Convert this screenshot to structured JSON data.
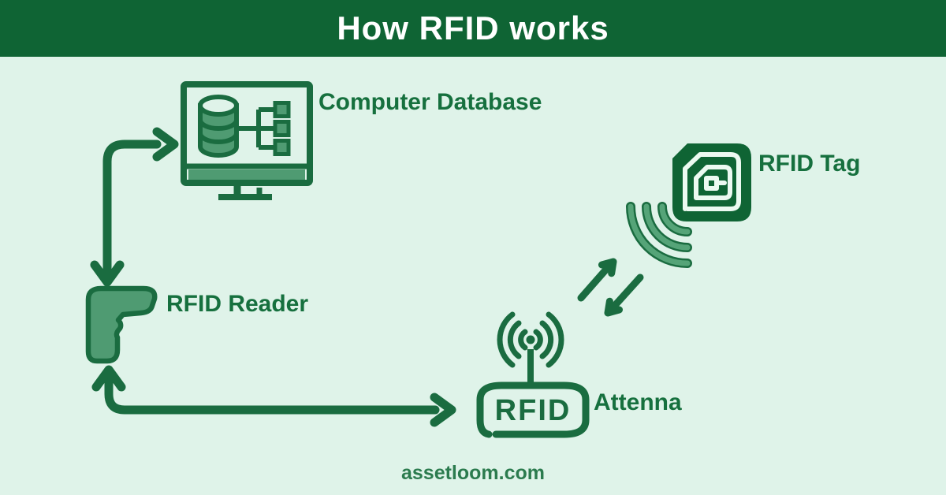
{
  "header": {
    "title": "How RFID works"
  },
  "diagram": {
    "nodes": {
      "computer_database": {
        "label": "Computer Database",
        "icon": "computer-database-icon"
      },
      "rfid_reader": {
        "label": "RFID Reader",
        "icon": "rfid-reader-gun-icon"
      },
      "rfid_tag": {
        "label": "RFID Tag",
        "icon": "rfid-tag-chip-icon",
        "waves_icon": "signal-waves-icon"
      },
      "antenna": {
        "label": "Attenna",
        "box_text": "RFID",
        "icon": "rfid-antenna-icon"
      }
    },
    "connections": [
      {
        "from": "rfid_reader",
        "to": "computer_database",
        "style": "elbow-double-arrow"
      },
      {
        "from": "antenna",
        "to": "rfid_reader",
        "style": "elbow-double-arrow"
      },
      {
        "from": "antenna",
        "to": "rfid_tag",
        "style": "diagonal-arrow-pair"
      }
    ]
  },
  "footer": {
    "website": "assetloom.com"
  },
  "colors": {
    "banner_green": "#0f6434",
    "dark_green": "#1a6c40",
    "medium_green": "#4f9b72",
    "background_mint": "#dff3e9",
    "spiral_light": "#ecfaf1",
    "label_text": "#16703e",
    "footer_text": "#2b7b4e",
    "title_text": "#ffffff"
  }
}
